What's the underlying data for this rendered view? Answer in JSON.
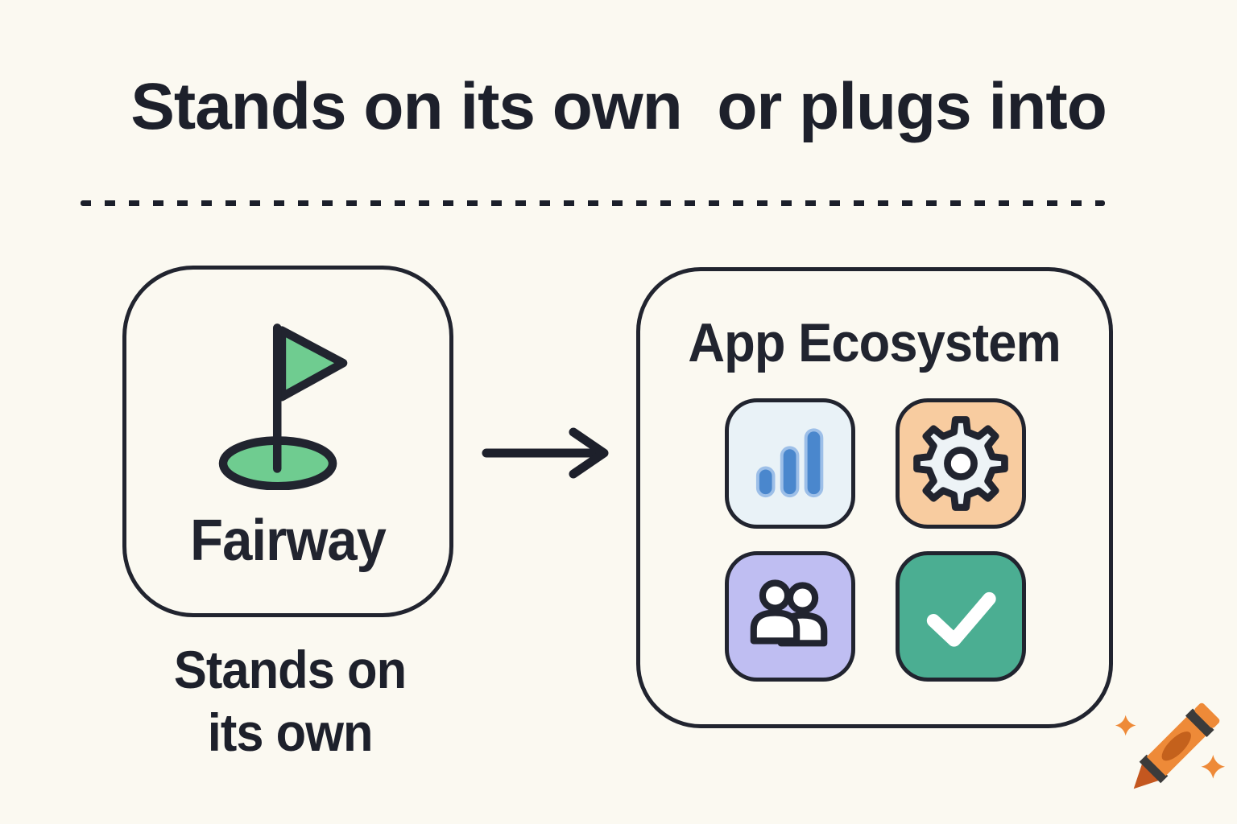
{
  "page": {
    "title": "Stands on its own  or plugs into",
    "background_color": "#fbf9f1",
    "ink_color": "#21242f"
  },
  "divider": {
    "style": "dashed-line"
  },
  "fairway_card": {
    "icon": "golf-flag-icon",
    "flag_color": "#6fcc90",
    "label": "Fairway",
    "caption": {
      "line1": "Stands on",
      "line2": "its own"
    }
  },
  "arrow": {
    "icon": "right-arrow-icon",
    "direction": "right"
  },
  "ecosystem_card": {
    "title": "App Ecosystem",
    "tiles": [
      {
        "icon": "bar-chart-icon",
        "background": "#e9f2f7",
        "accent": "#4a87cd"
      },
      {
        "icon": "gear-icon",
        "background": "#f8cca0",
        "accent": "#edf3f6"
      },
      {
        "icon": "people-icon",
        "background": "#bfbef2",
        "accent": "#ffffff"
      },
      {
        "icon": "checkmark-icon",
        "background": "#4bae92",
        "accent": "#ffffff"
      }
    ]
  },
  "watermark": {
    "icon": "crayon-icon",
    "color": "#ee8a38"
  }
}
